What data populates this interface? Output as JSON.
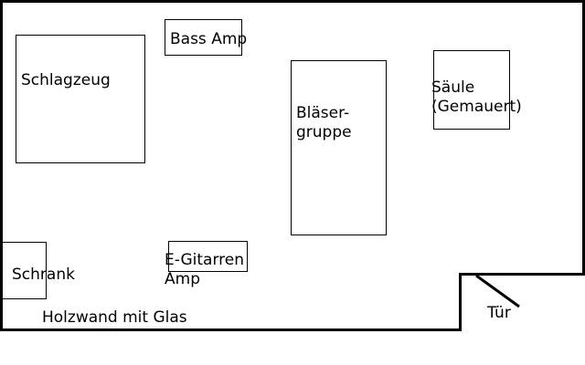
{
  "floor_plan": {
    "items": {
      "schlagzeug": "Schlagzeug",
      "bass_amp": "Bass Amp",
      "blaesergruppe": "Bläser-\ngruppe",
      "saeule": "Säule\n(Gemauert)",
      "schrank": "Schrank",
      "e_gitarren_amp": "E-Gitarren\nAmp"
    },
    "walls": {
      "holzwand": "Holzwand mit Glas"
    },
    "door": {
      "label": "Tür"
    }
  }
}
